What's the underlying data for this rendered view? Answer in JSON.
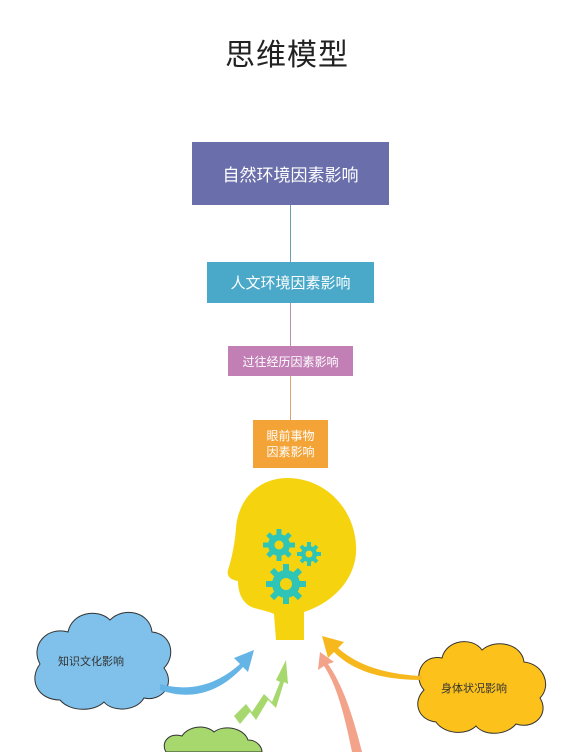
{
  "title": "思维模型",
  "boxes": {
    "natural": "自然环境因素影响",
    "humanities": "人文环境因素影响",
    "experience": "过往经历因素影响",
    "current_line1": "眼前事物",
    "current_line2": "因素影响"
  },
  "clouds": {
    "knowledge": "知识文化影响",
    "body": "身体状况影响"
  },
  "colors": {
    "box_natural": "#6a6fab",
    "box_humanities": "#4aa8c9",
    "box_experience": "#c27fb6",
    "box_current": "#f4a336",
    "head": "#f5d40f",
    "gear": "#2ec4b6",
    "cloud_blue": "#7fc1ea",
    "cloud_yellow": "#fcc21b",
    "cloud_green": "#a6d86e"
  }
}
